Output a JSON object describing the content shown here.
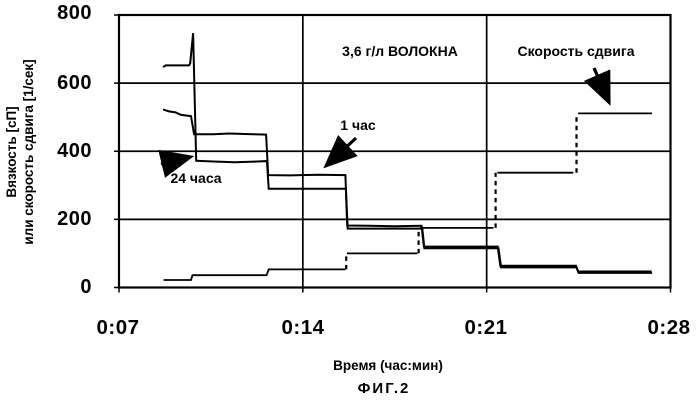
{
  "figure": {
    "caption": "ФИГ.2"
  },
  "chart_data": {
    "type": "line",
    "title": "",
    "xlabel": "Время (час:мин)",
    "ylabel_lines": [
      "Вязкость [сП]",
      "или скорость сдвига [1/сек]"
    ],
    "x_tick_labels": [
      "0:07",
      "0:14",
      "0:21",
      "0:28"
    ],
    "x_ticks_minutes": [
      7,
      14,
      21,
      28
    ],
    "y_tick_labels": [
      "800",
      "600",
      "400",
      "200",
      "0"
    ],
    "y_ticks": [
      0,
      200,
      400,
      600,
      800
    ],
    "xlim_minutes": [
      7,
      28
    ],
    "ylim": [
      0,
      800
    ],
    "grid": true,
    "legend_position": "none",
    "line_color": "#000000",
    "annotations": {
      "fiber_label": "3,6 г/л ВОЛОКНА",
      "shear_rate_label": "Скорость сдвига",
      "one_hour_label": "1 час",
      "twenty_four_hours_label": "24 часа"
    },
    "series": [
      {
        "name": "24 часа",
        "kind": "viscosity-24h",
        "stroke_width": 2,
        "segments": [
          {
            "dash": false,
            "points": [
              [
                8.68,
                647
              ],
              [
                8.78,
                652
              ],
              [
                9.67,
                652
              ],
              [
                9.71,
                658
              ],
              [
                9.82,
                747
              ],
              [
                9.94,
                372
              ],
              [
                10.6,
                370
              ],
              [
                11.4,
                368
              ],
              [
                12.0,
                369
              ],
              [
                12.63,
                371
              ],
              [
                12.7,
                290
              ],
              [
                15.64,
                290
              ],
              [
                15.71,
                173
              ],
              [
                18.55,
                173
              ],
              [
                18.63,
                115
              ],
              [
                21.45,
                115
              ],
              [
                21.55,
                59
              ],
              [
                24.42,
                59
              ],
              [
                24.5,
                43
              ],
              [
                27.3,
                43
              ]
            ]
          }
        ]
      },
      {
        "name": "1 час",
        "kind": "viscosity-1h",
        "stroke_width": 2,
        "segments": [
          {
            "dash": false,
            "points": [
              [
                8.68,
                523
              ],
              [
                8.9,
                517
              ],
              [
                9.15,
                514
              ],
              [
                9.35,
                507
              ],
              [
                9.55,
                505
              ],
              [
                9.74,
                503
              ],
              [
                9.86,
                450
              ],
              [
                10.6,
                450
              ],
              [
                11.2,
                452
              ],
              [
                12.1,
                450
              ],
              [
                12.6,
                449
              ],
              [
                12.68,
                330
              ],
              [
                13.5,
                329
              ],
              [
                14.6,
                331
              ],
              [
                15.62,
                330
              ],
              [
                15.69,
                182
              ],
              [
                16.5,
                181
              ],
              [
                17.5,
                180
              ],
              [
                18.52,
                181
              ],
              [
                18.61,
                120
              ],
              [
                21.42,
                120
              ],
              [
                21.52,
                64
              ],
              [
                24.4,
                64
              ],
              [
                24.48,
                47
              ],
              [
                27.28,
                47
              ]
            ]
          }
        ]
      },
      {
        "name": "Скорость сдвига",
        "kind": "shear-rate",
        "stroke_width": 1.8,
        "segments": [
          {
            "dash": false,
            "points": [
              [
                8.7,
                22
              ],
              [
                9.74,
                22
              ],
              [
                9.8,
                36
              ],
              [
                12.62,
                36
              ],
              [
                12.7,
                53
              ],
              [
                15.62,
                53
              ]
            ]
          },
          {
            "dash": true,
            "points": [
              [
                15.65,
                53
              ],
              [
                15.65,
                100
              ]
            ]
          },
          {
            "dash": false,
            "points": [
              [
                15.68,
                100
              ],
              [
                18.36,
                100
              ]
            ]
          },
          {
            "dash": true,
            "points": [
              [
                18.41,
                100
              ],
              [
                18.41,
                175
              ]
            ]
          },
          {
            "dash": false,
            "points": [
              [
                18.46,
                175
              ],
              [
                21.26,
                175
              ]
            ]
          },
          {
            "dash": true,
            "points": [
              [
                21.34,
                175
              ],
              [
                21.34,
                337
              ]
            ]
          },
          {
            "dash": false,
            "points": [
              [
                21.41,
                337
              ],
              [
                24.3,
                337
              ]
            ]
          },
          {
            "dash": true,
            "points": [
              [
                24.42,
                337
              ],
              [
                24.42,
                511
              ]
            ]
          },
          {
            "dash": false,
            "points": [
              [
                24.48,
                511
              ],
              [
                27.3,
                511
              ]
            ]
          }
        ]
      }
    ]
  }
}
